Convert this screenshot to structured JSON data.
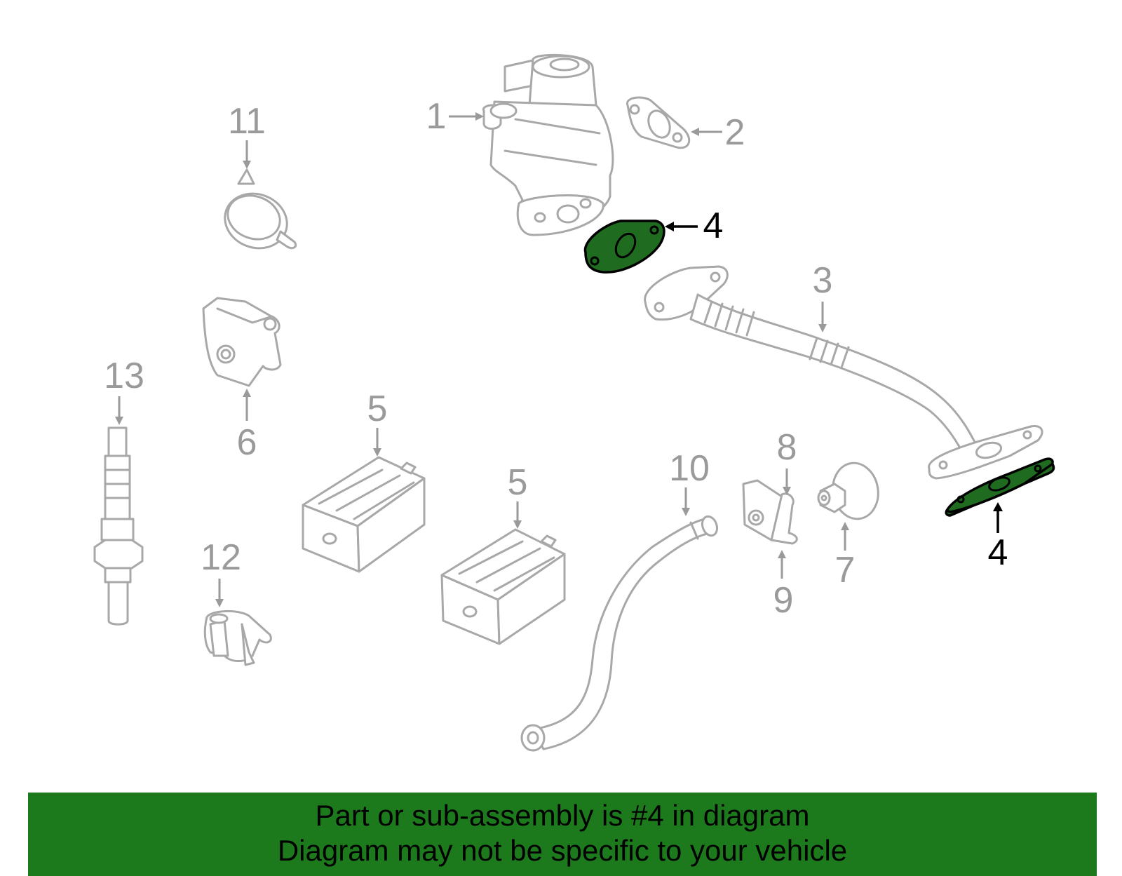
{
  "callouts": {
    "c1": "1",
    "c2": "2",
    "c3": "3",
    "c4a": "4",
    "c4b": "4",
    "c5a": "5",
    "c5b": "5",
    "c6": "6",
    "c7": "7",
    "c8": "8",
    "c9": "9",
    "c10": "10",
    "c11": "11",
    "c12": "12",
    "c13": "13"
  },
  "highlight": {
    "part_number": "4",
    "color": "#1c7a1c",
    "callout_color": "#000000"
  },
  "banner": {
    "line1": "Part or sub-assembly is #4 in diagram",
    "line2": "Diagram may not be specific to your vehicle"
  }
}
